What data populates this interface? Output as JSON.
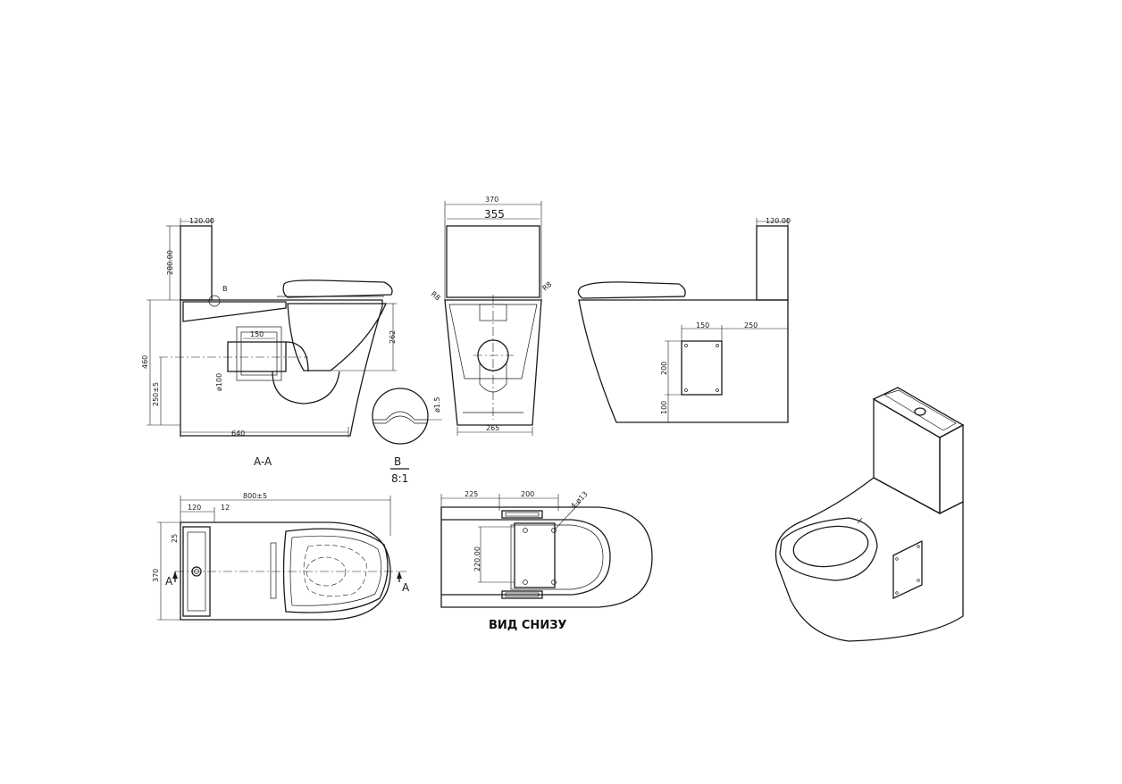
{
  "labels": {
    "section_aa": "A-A",
    "detail_letter": "B",
    "detail_scale": "8:1",
    "bottom_view": "ВИД СНИЗУ",
    "detail_callout": "B",
    "section_arrow_left": "A",
    "section_arrow_right": "A"
  },
  "dimensions": {
    "side_tank_width": "120.00",
    "side_tank_height": "280.00",
    "side_height": "460",
    "side_outlet_height": "250±5",
    "side_length": "640",
    "side_pipe_dia": "ø100",
    "side_bracket": "150",
    "side_bowl_depth": "262",
    "front_outer_width": "370",
    "front_inner_width": "355",
    "front_radius_left": "R8",
    "front_radius_right": "R8",
    "front_base_width": "265",
    "detail_thickness": "ø1.5",
    "rear_tank_width": "120.00",
    "rear_plate_offset": "150",
    "rear_plate_edge": "250",
    "rear_plate_height": "200",
    "rear_plate_bottom": "100",
    "top_length": "800±5",
    "top_tank_depth": "120",
    "top_tank_gap": "12",
    "top_width": "370",
    "top_small": "25",
    "bottom_offset": "225",
    "bottom_spacing": "200",
    "bottom_holes": "4-ø13",
    "bottom_hole_span": "220.00"
  }
}
